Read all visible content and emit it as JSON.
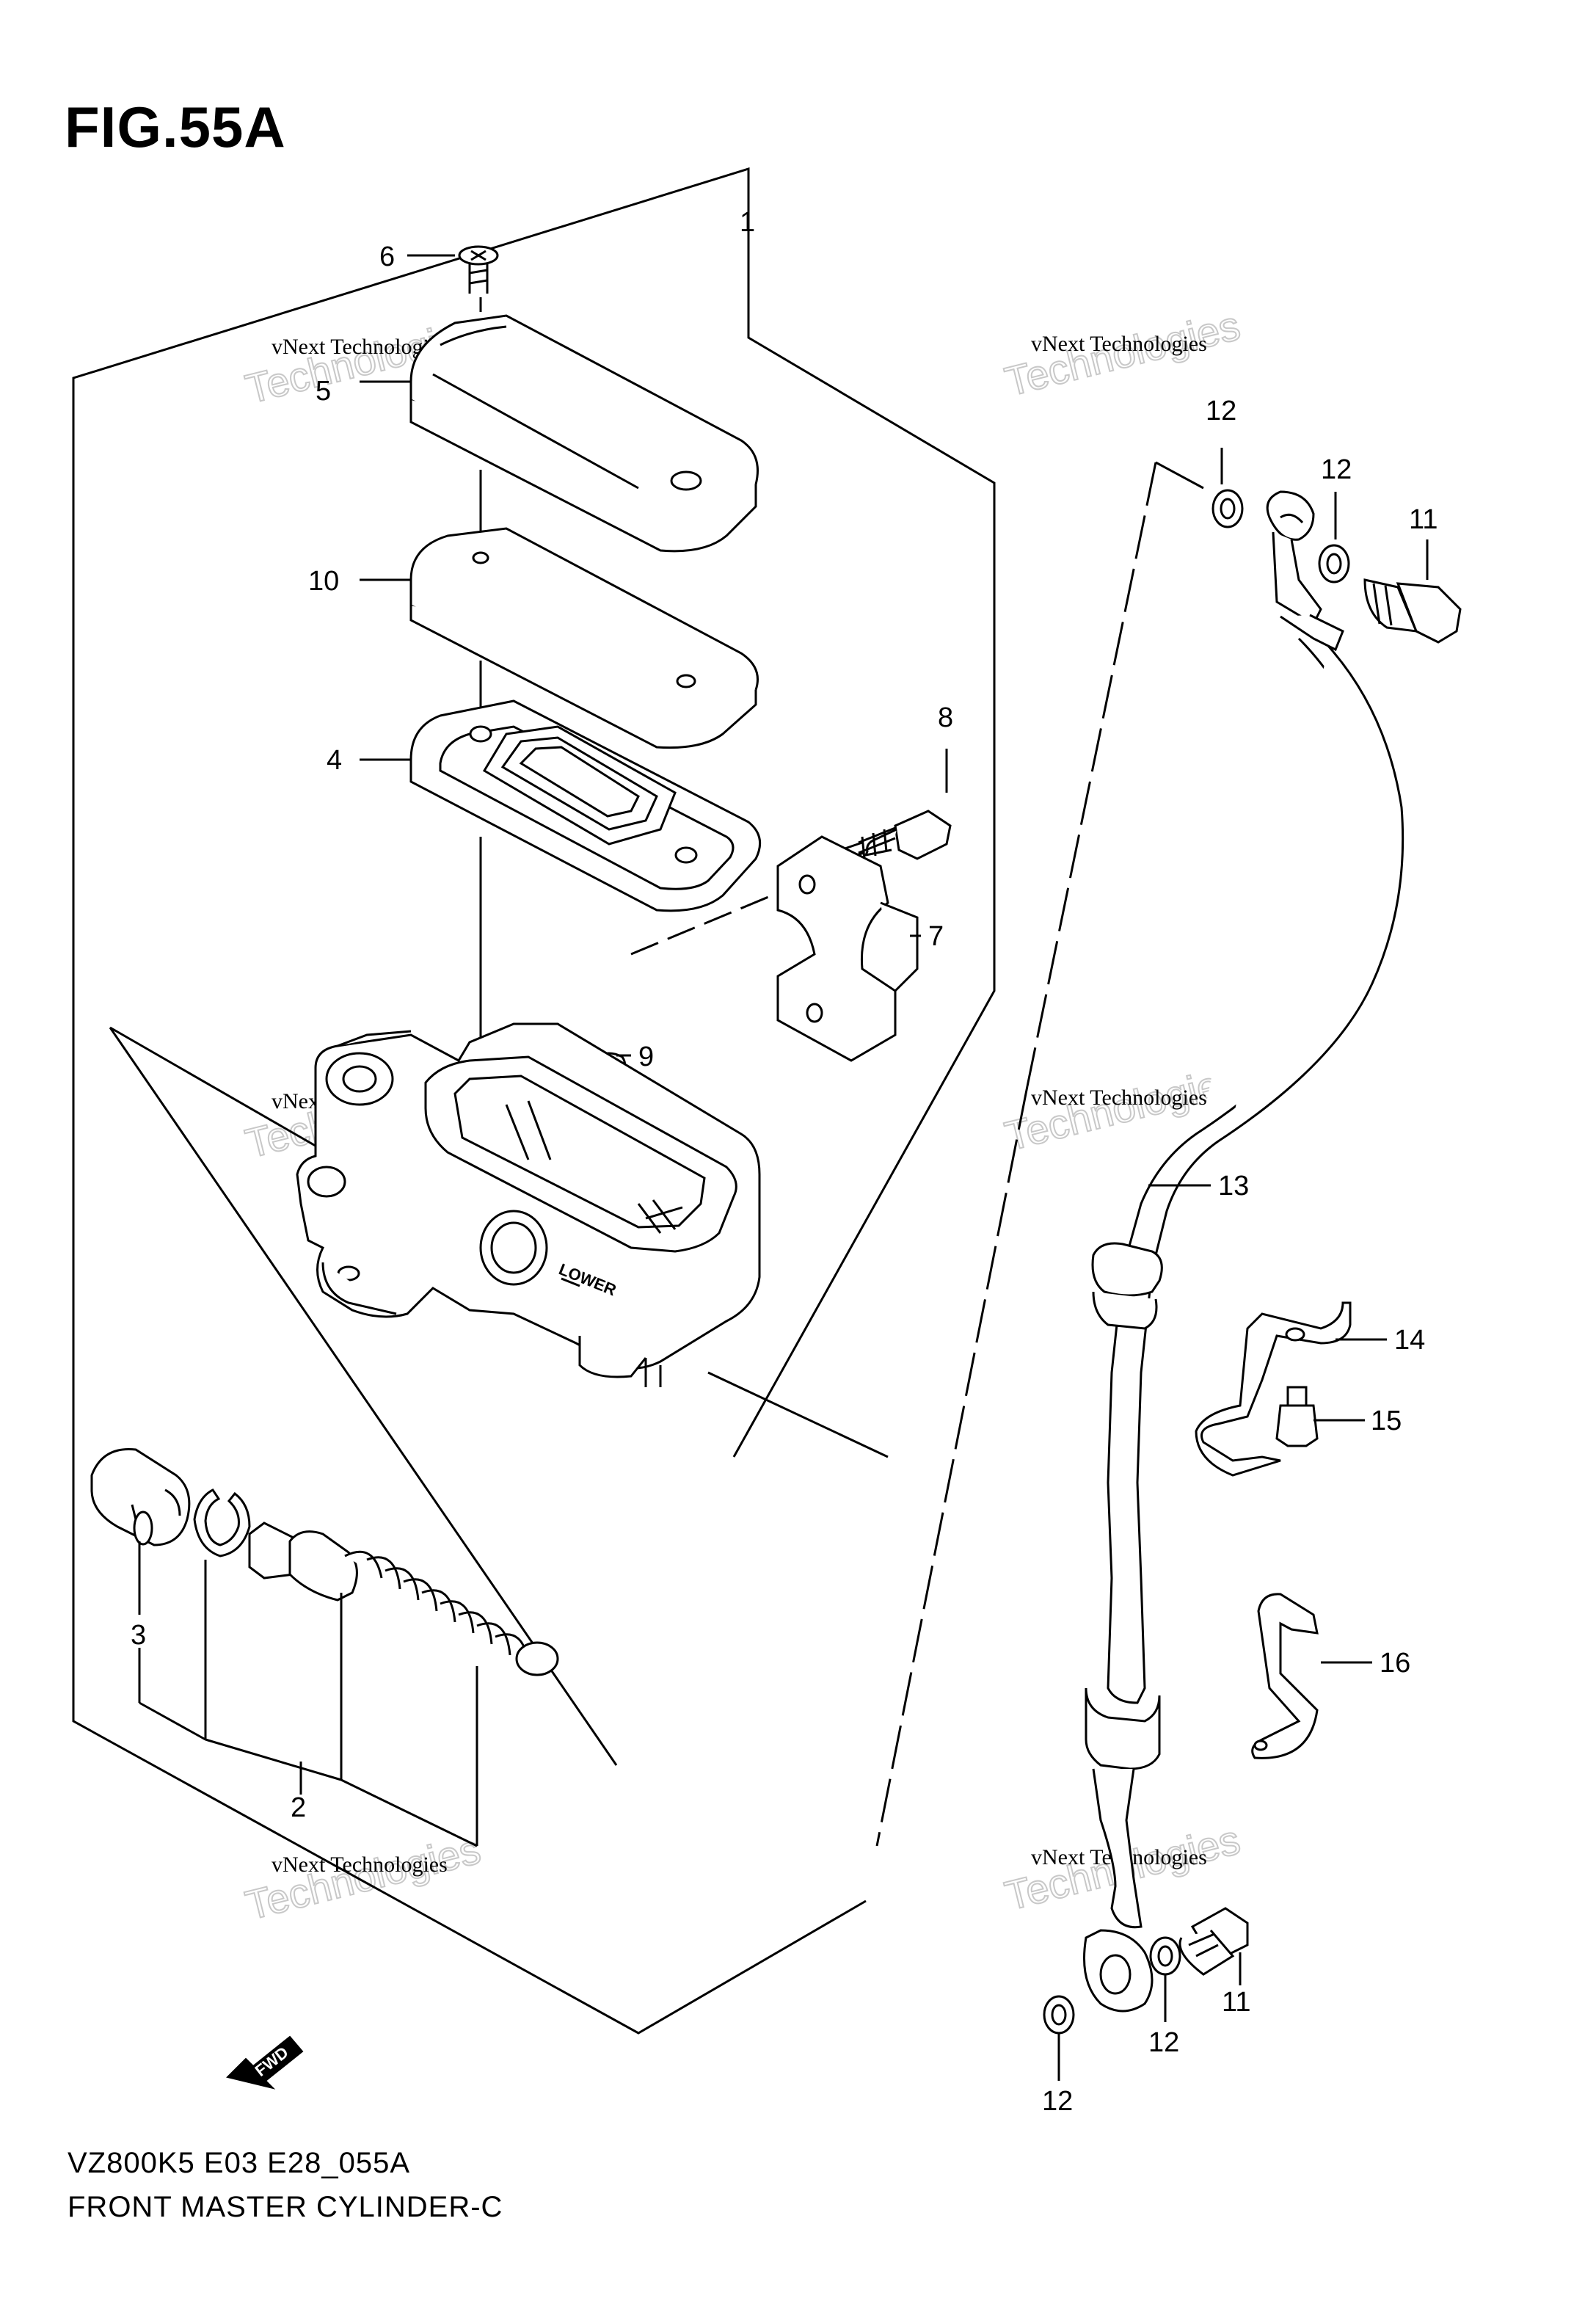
{
  "figure": {
    "title": "FIG.55A",
    "model_code": "VZ800K5 E03 E28_055A",
    "name": "FRONT MASTER CYLINDER-C"
  },
  "watermark": {
    "line1": "vNext Technologies",
    "line2": "Technologies"
  },
  "markings": {
    "lower": "LOWER",
    "fwd": "FWD"
  },
  "callouts": [
    "1",
    "2",
    "3",
    "4",
    "5",
    "6",
    "7",
    "8",
    "9",
    "10",
    "11",
    "11",
    "12",
    "12",
    "12",
    "12",
    "13",
    "14",
    "15",
    "16"
  ]
}
